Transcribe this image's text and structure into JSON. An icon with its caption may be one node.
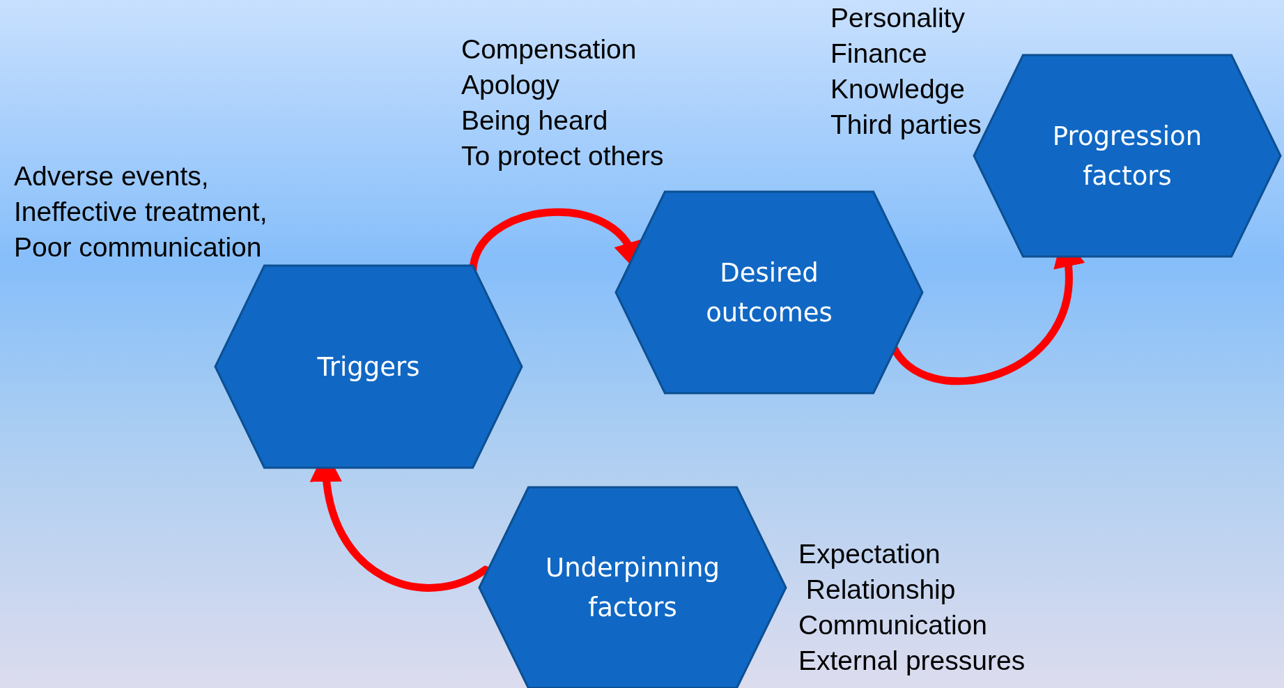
{
  "diagram": {
    "nodes": [
      {
        "text": [
          "Triggers"
        ],
        "beside": [
          "Adverse events,",
          "Ineffective treatment,",
          "Poor communication"
        ]
      },
      {
        "text": [
          "Desired outcomes"
        ],
        "beside": [
          "Compensation",
          "Apology",
          "Being heard",
          "To protect others"
        ]
      },
      {
        "text": [
          "Progression factors"
        ],
        "beside": [
          "Personality",
          "Finance",
          "Knowledge",
          "Third parties"
        ]
      },
      {
        "text": [
          "Underpinning factors"
        ],
        "beside": [
          "Expectation",
          " Relationship",
          "Communication",
          "External pressures"
        ]
      }
    ],
    "edges": [
      {
        "from": 0,
        "to": 1,
        "arrow": "to"
      },
      {
        "from": 1,
        "to": 2,
        "arrow": "to"
      },
      {
        "from": 3,
        "to": 0,
        "arrow": "to"
      }
    ]
  }
}
